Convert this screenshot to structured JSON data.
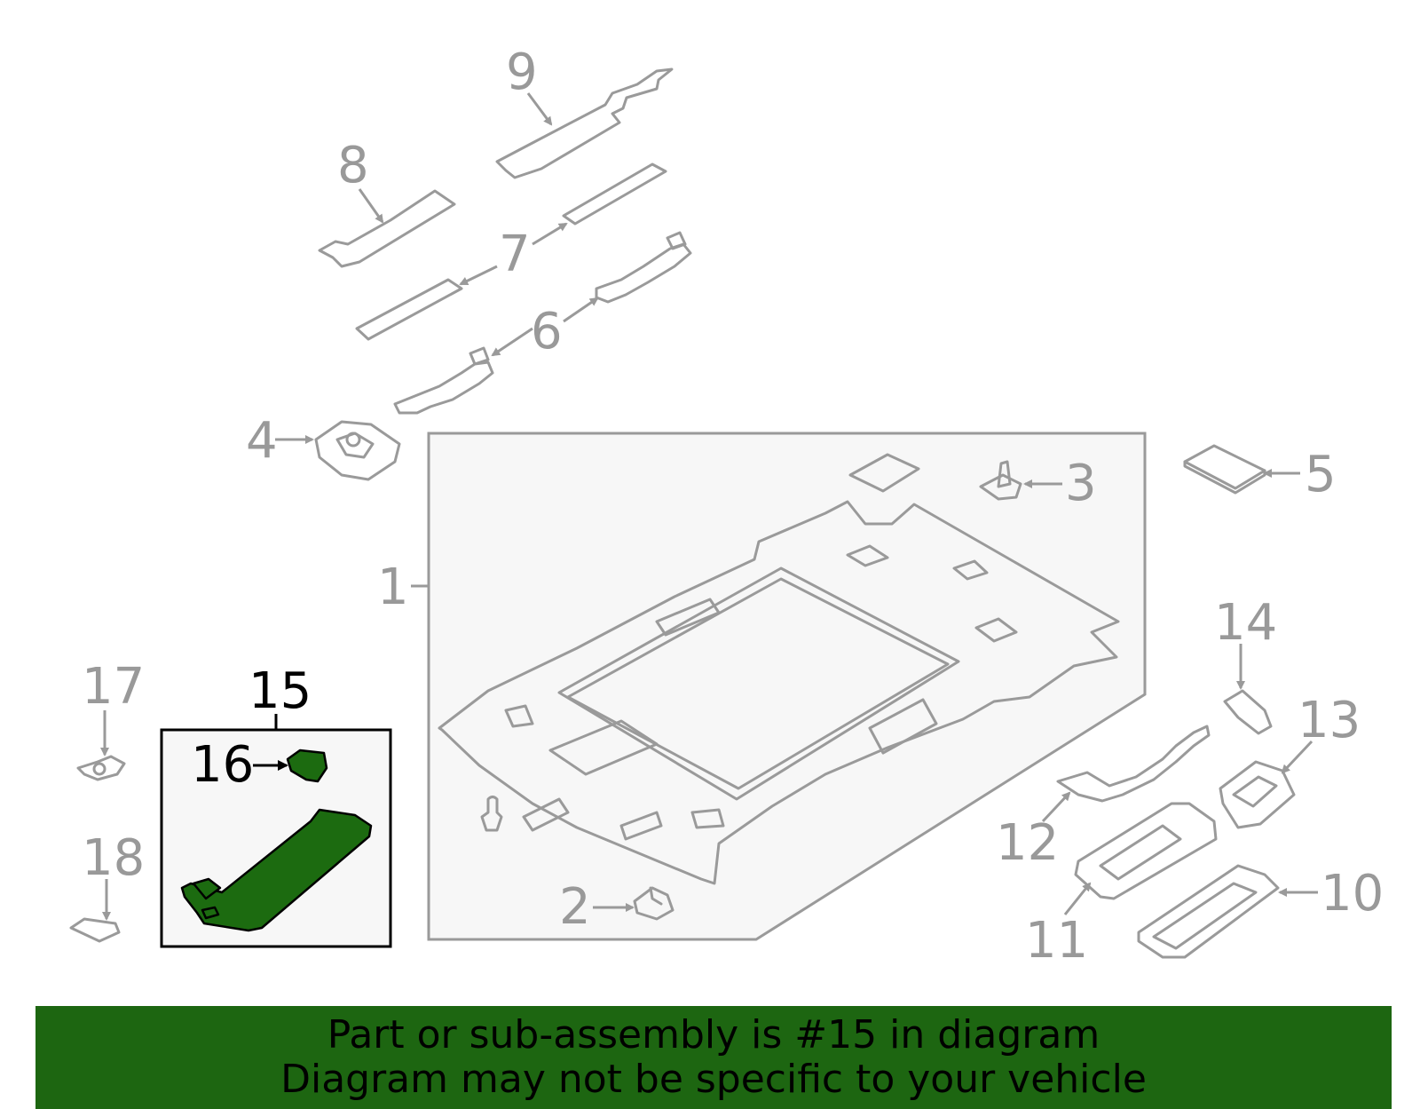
{
  "callouts": {
    "n1": "1",
    "n2": "2",
    "n3": "3",
    "n4": "4",
    "n5": "5",
    "n6": "6",
    "n7": "7",
    "n8": "8",
    "n9": "9",
    "n10": "10",
    "n11": "11",
    "n12": "12",
    "n13": "13",
    "n14": "14",
    "n15": "15",
    "n16": "16",
    "n17": "17",
    "n18": "18"
  },
  "highlight": {
    "part": "15",
    "color": "#1c6b10"
  },
  "banner": {
    "line1": "Part or sub-assembly is #15 in diagram",
    "line2": "Diagram may not be specific to your vehicle",
    "color": "#1d6611"
  }
}
